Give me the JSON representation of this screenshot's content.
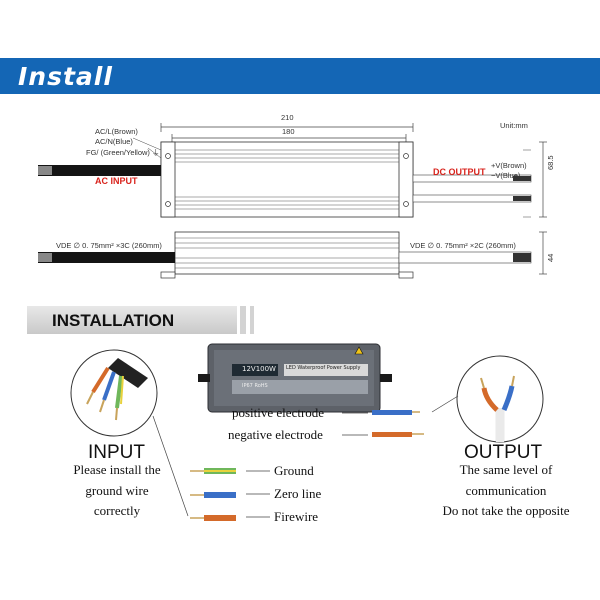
{
  "header": {
    "title": "Install",
    "color": "#1466b5"
  },
  "drawing": {
    "unit": "Unit:mm",
    "dim_total": "210",
    "dim_inner": "180",
    "dim_height": "68.5",
    "dim_depth": "44",
    "ac_labels": [
      "AC/L(Brown)",
      "AC/N(Blue)",
      "FG/  (Green/Yellow) ⏚"
    ],
    "ac_input": "AC INPUT",
    "dc_labels": [
      "+V(Brown)",
      "−V(Blue)"
    ],
    "dc_output": "DC OUTPUT",
    "vde_left": "VDE  ∅ 0. 75mm² ×3C (260mm)",
    "vde_right": "VDE  ∅ 0. 75mm² ×2C (260mm)",
    "accent_red": "#d8231c"
  },
  "installation": {
    "title": "INSTALLATION",
    "device_model": "12V100W",
    "device_label": "LED Waterproof Power Supply",
    "device_rating": "IP67  RoHS",
    "positive": "positive electrode",
    "negative": "negative electrode",
    "input_title": "INPUT",
    "input_lines": [
      "Please install the",
      "ground wire",
      "correctly"
    ],
    "output_title": "OUTPUT",
    "output_lines": [
      "The same level of",
      "communication",
      "Do not take the opposite"
    ],
    "legend": [
      "Ground",
      "Zero line",
      "Firewire"
    ]
  }
}
